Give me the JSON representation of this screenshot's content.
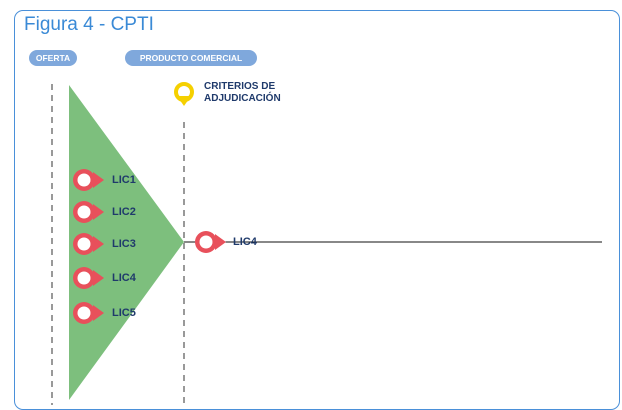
{
  "figure": {
    "title": "Figura 4 - CPTI",
    "labels": {
      "oferta": "OFERTA",
      "producto_comercial": "PRODUCTO COMERCIAL",
      "criterios": "CRITERIOS DE ADJUDICACIÓN"
    },
    "tenders": [
      "LIC1",
      "LIC2",
      "LIC3",
      "LIC4",
      "LIC5"
    ],
    "selected": "LIC4"
  },
  "colors": {
    "frame": "#4a90d9",
    "title": "#3a8ad6",
    "pill": "#7fa8dc",
    "funnel": "#7dbf7d",
    "marker": "#e8505b",
    "criteria_marker": "#f5d000",
    "text_dark": "#1f3a6b"
  }
}
